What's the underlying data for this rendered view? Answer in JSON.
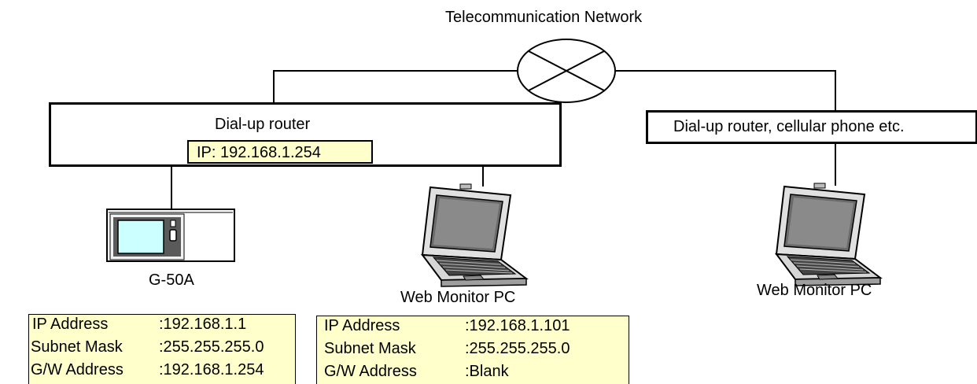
{
  "network": {
    "label": "Telecommunication Network"
  },
  "local_router": {
    "label": "Dial-up router",
    "ip": "IP: 192.168.1.254"
  },
  "remote_router": {
    "label": "Dial-up router, cellular phone etc."
  },
  "g50a": {
    "label": "G-50A"
  },
  "local_pc": {
    "label": "Web Monitor PC"
  },
  "remote_pc": {
    "label": "Web Monitor PC"
  },
  "g50a_config": {
    "ip_key": "IP Address",
    "ip_val": ":192.168.1.1",
    "mask_key": "Subnet Mask",
    "mask_val": ":255.255.255.0",
    "gw_key": "G/W Address",
    "gw_val": ":192.168.1.254"
  },
  "pc_config": {
    "ip_key": "IP Address",
    "ip_val": ":192.168.1.101",
    "mask_key": "Subnet Mask",
    "mask_val": ":255.255.255.0",
    "gw_key": "G/W Address",
    "gw_val": ":Blank"
  },
  "colors": {
    "note_fill": "#ffffcc",
    "screen_fill": "#ccffff",
    "line": "#000000"
  },
  "icons": {
    "network": "network-cloud-icon",
    "controller": "controller-device-icon",
    "laptop": "laptop-icon"
  }
}
